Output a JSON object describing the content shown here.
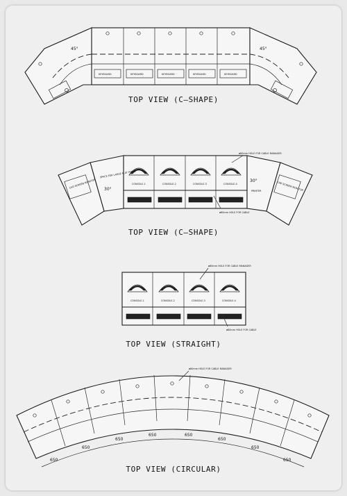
{
  "views": [
    {
      "title": "TOP VIEW (C–SHAPE)",
      "angles": [
        "45°",
        "45°"
      ],
      "keyboard_labels": [
        "KEYBOARD",
        "KEYBOARD",
        "KEYBOARD",
        "KEYBOARD",
        "KEYBOARD"
      ]
    },
    {
      "title": "TOP VIEW (C–SHAPE)",
      "console_labels": [
        "CONSOLE-1",
        "CONSOLE-2",
        "CONSOLE-3",
        "CONSOLE-4"
      ],
      "angles": [
        "30°",
        "30°"
      ],
      "notes": {
        "hole_top": "ø80mm HOLE FOR CABLE MANAGER",
        "hole_bottom": "ø80mm HOLE FOR CABLE"
      },
      "side_labels": {
        "far_left": "CAD SCREEN MONITOR",
        "left_angled": "SPACE FOR LARGE FLAT PANEL",
        "right_angled": "PRINTER",
        "far_right": "CAD SCREEN MONITOR"
      }
    },
    {
      "title": "TOP VIEW (STRAIGHT)",
      "console_labels": [
        "CONSOLE-1",
        "CONSOLE-2",
        "CONSOLE-3",
        "CONSOLE-4"
      ],
      "notes": {
        "hole_top": "ø80mm HOLE FOR CABLE MANAGER",
        "hole_bottom": "ø80mm HOLE FOR CABLE"
      }
    },
    {
      "title": "TOP VIEW (CIRCULAR)",
      "note": "ø80mm HOLE FOR CABLE MANAGER",
      "dimensions": [
        "650",
        "650",
        "650",
        "650",
        "650",
        "650",
        "650",
        "650"
      ]
    }
  ]
}
